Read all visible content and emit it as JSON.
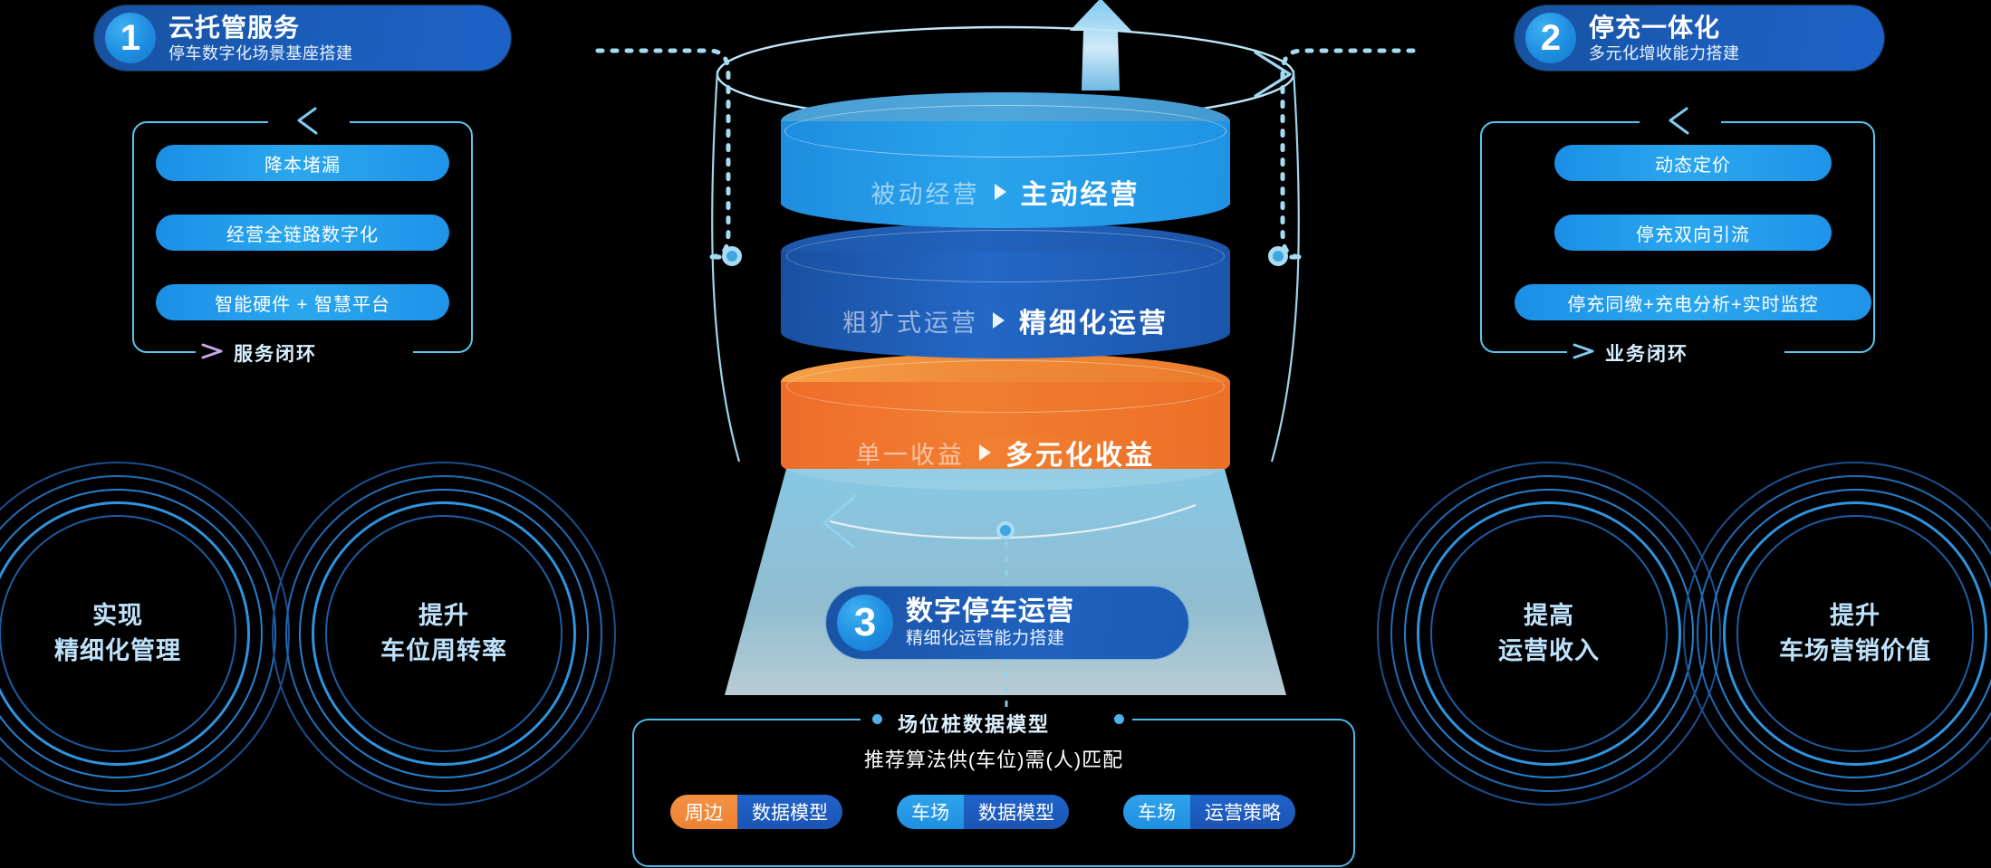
{
  "sections": [
    {
      "number": "1",
      "title": "云托管服务",
      "subtitle": "停车数字化场景基座搭建",
      "loop_label": "服务闭环",
      "items": [
        "降本堵漏",
        "经营全链路数字化",
        "智能硬件 + 智慧平台"
      ]
    },
    {
      "number": "2",
      "title": "停充一体化",
      "subtitle": "多元化增收能力搭建",
      "loop_label": "业务闭环",
      "items": [
        "动态定价",
        "停充双向引流",
        "停充同缴+充电分析+实时监控"
      ]
    },
    {
      "number": "3",
      "title": "数字停车运营",
      "subtitle": "精细化运营能力搭建"
    }
  ],
  "cylinders": [
    {
      "from": "被动经营",
      "to": "主动经营",
      "color": "#2196e3"
    },
    {
      "from": "粗犷式运营",
      "to": "精细化运营",
      "color": "#1d58ae"
    },
    {
      "from": "单一收益",
      "to": "多元化收益",
      "color": "#ef6c2a"
    }
  ],
  "arrow_separator": "triangle-right-icon",
  "outcome_rings": [
    {
      "line1": "实现",
      "line2": "精细化管理"
    },
    {
      "line1": "提升",
      "line2": "车位周转率"
    },
    {
      "line1": "提高",
      "line2": "运营收入"
    },
    {
      "line1": "提升",
      "line2": "车场营销价值"
    }
  ],
  "bottom_panel": {
    "title": "场位桩数据模型",
    "subtitle": "推荐算法供(车位)需(人)匹配",
    "tags": [
      {
        "left": "周边",
        "right": "数据模型",
        "left_color": "#ef8232"
      },
      {
        "left": "车场",
        "right": "数据模型",
        "left_color": "#2fa3ec"
      },
      {
        "left": "车场",
        "right": "运营策略",
        "left_color": "#2fa3ec"
      }
    ]
  },
  "colors": {
    "background": "#000000",
    "accent_blue": "#2aa7ef",
    "deep_blue": "#1b5dbb",
    "orange": "#ef6c2a",
    "line_cyan": "#59c6ef",
    "ring_blue": "#2b8fe0"
  },
  "icons": {
    "growth_arrow": "arrow-up-icon",
    "loop_arrow": "arrow-right-icon",
    "orbit": "orbit-ring-icon"
  }
}
